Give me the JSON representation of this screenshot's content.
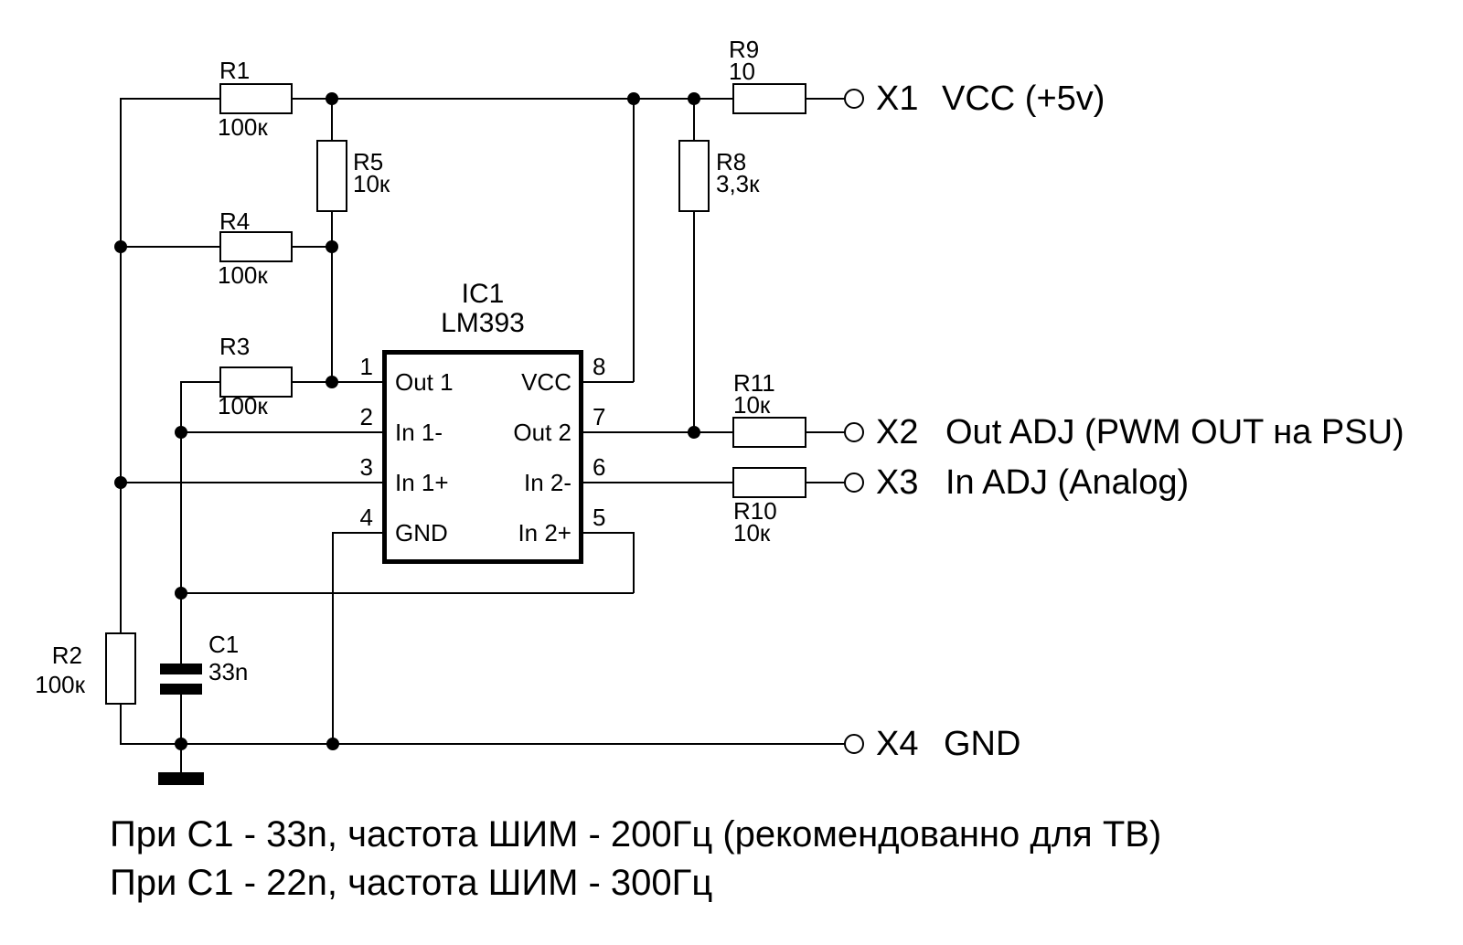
{
  "colors": {
    "ink": "#000000",
    "background": "#ffffff"
  },
  "components": {
    "r1": {
      "ref": "R1",
      "value": "100к"
    },
    "r2": {
      "ref": "R2",
      "value": "100к"
    },
    "r3": {
      "ref": "R3",
      "value": "100к"
    },
    "r4": {
      "ref": "R4",
      "value": "100к"
    },
    "r5": {
      "ref": "R5",
      "value": "10к"
    },
    "r8": {
      "ref": "R8",
      "value": "3,3к"
    },
    "r9": {
      "ref": "R9",
      "value": "10"
    },
    "r10": {
      "ref": "R10",
      "value": "10к"
    },
    "r11": {
      "ref": "R11",
      "value": "10к"
    },
    "c1": {
      "ref": "C1",
      "value": "33n"
    }
  },
  "ic": {
    "ref": "IC1",
    "part": "LM393",
    "pins_left": [
      {
        "num": "1",
        "label": "Out 1"
      },
      {
        "num": "2",
        "label": "In 1-"
      },
      {
        "num": "3",
        "label": "In 1+"
      },
      {
        "num": "4",
        "label": "GND"
      }
    ],
    "pins_right": [
      {
        "num": "8",
        "label": "VCC"
      },
      {
        "num": "7",
        "label": "Out 2"
      },
      {
        "num": "6",
        "label": "In 2-"
      },
      {
        "num": "5",
        "label": "In 2+"
      }
    ]
  },
  "terminals": [
    {
      "id": "X1",
      "desc": "VCC (+5v)"
    },
    {
      "id": "X2",
      "desc": "Out ADJ (PWM OUT на PSU)"
    },
    {
      "id": "X3",
      "desc": "In ADJ (Analog)"
    },
    {
      "id": "X4",
      "desc": "GND"
    }
  ],
  "notes": [
    "При С1 - 33n, частота ШИМ - 200Гц (рекомендованно для ТВ)",
    "При С1 - 22n, частота ШИМ - 300Гц"
  ]
}
